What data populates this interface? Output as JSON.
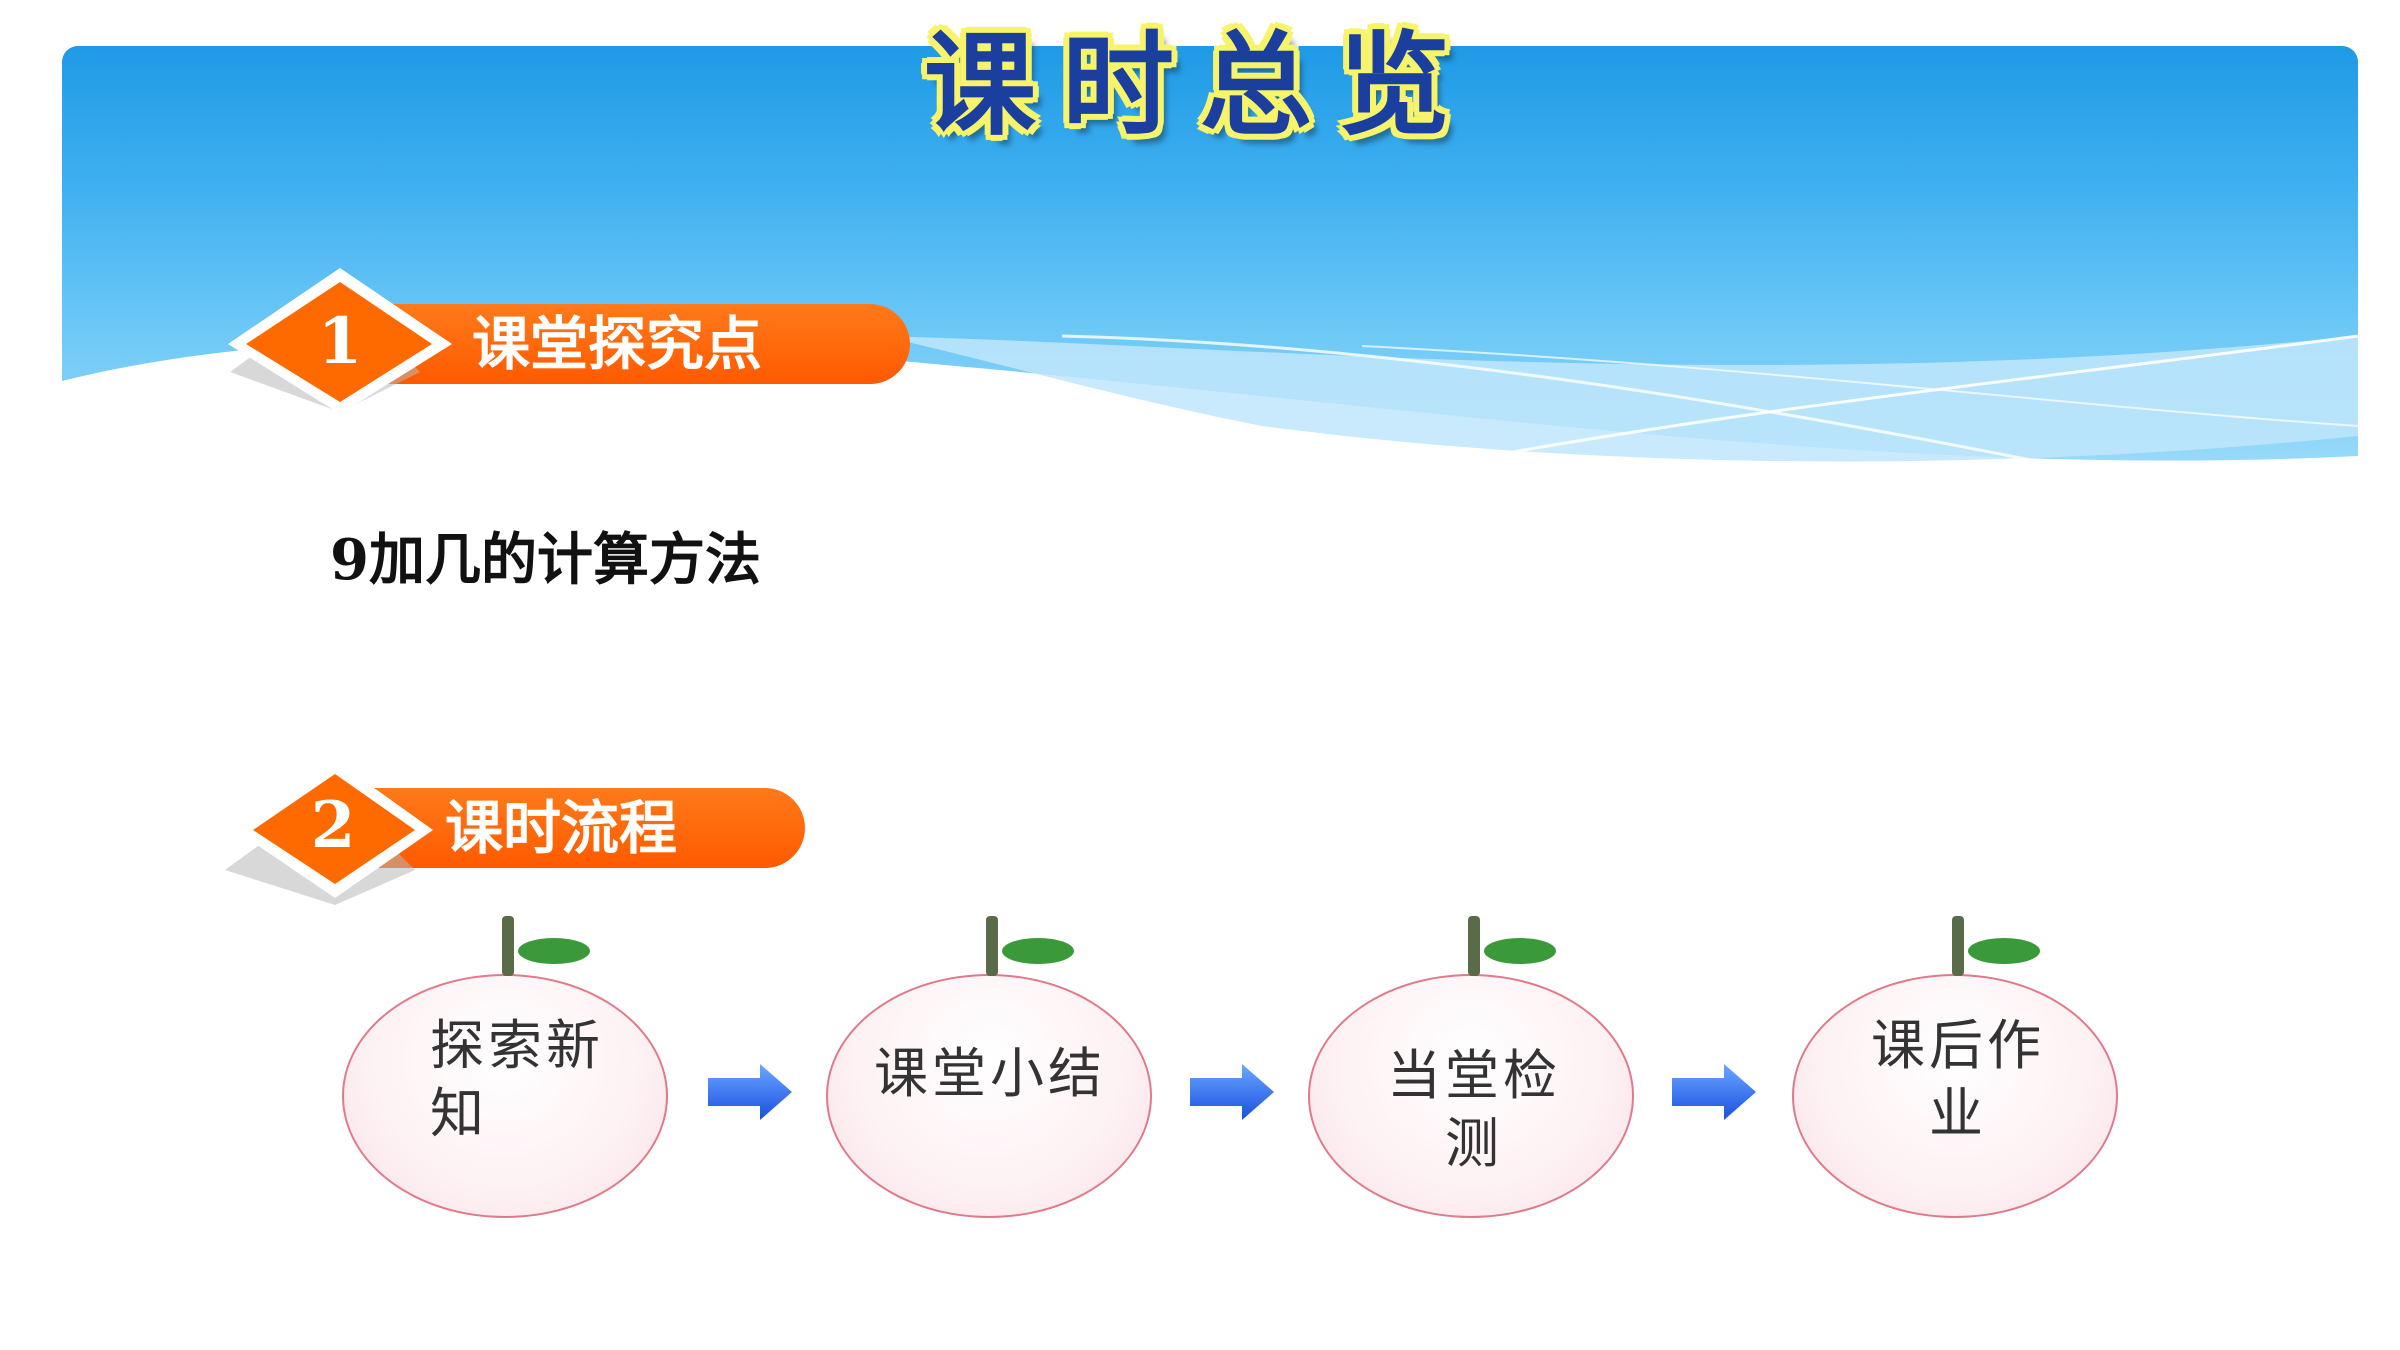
{
  "title": "课时总览",
  "sections": [
    {
      "number": "1",
      "label": "课堂探究点"
    },
    {
      "number": "2",
      "label": "课时流程"
    }
  ],
  "topic": "9加几的计算方法",
  "flow_steps": [
    {
      "label_line1": "探索新",
      "label_line2": "知"
    },
    {
      "label_line1": "课堂小结",
      "label_line2": ""
    },
    {
      "label_line1": "当堂检",
      "label_line2": "测"
    },
    {
      "label_line1": "课后作",
      "label_line2": "业"
    }
  ],
  "colors": {
    "banner_blue": "#3fb0f0",
    "section_orange": "#ff5a00",
    "title_blue": "#1a3f9e",
    "title_yellow": "#f7f36a",
    "leaf_green": "#3a9a3a",
    "arrow_blue": "#1a4fe0"
  }
}
